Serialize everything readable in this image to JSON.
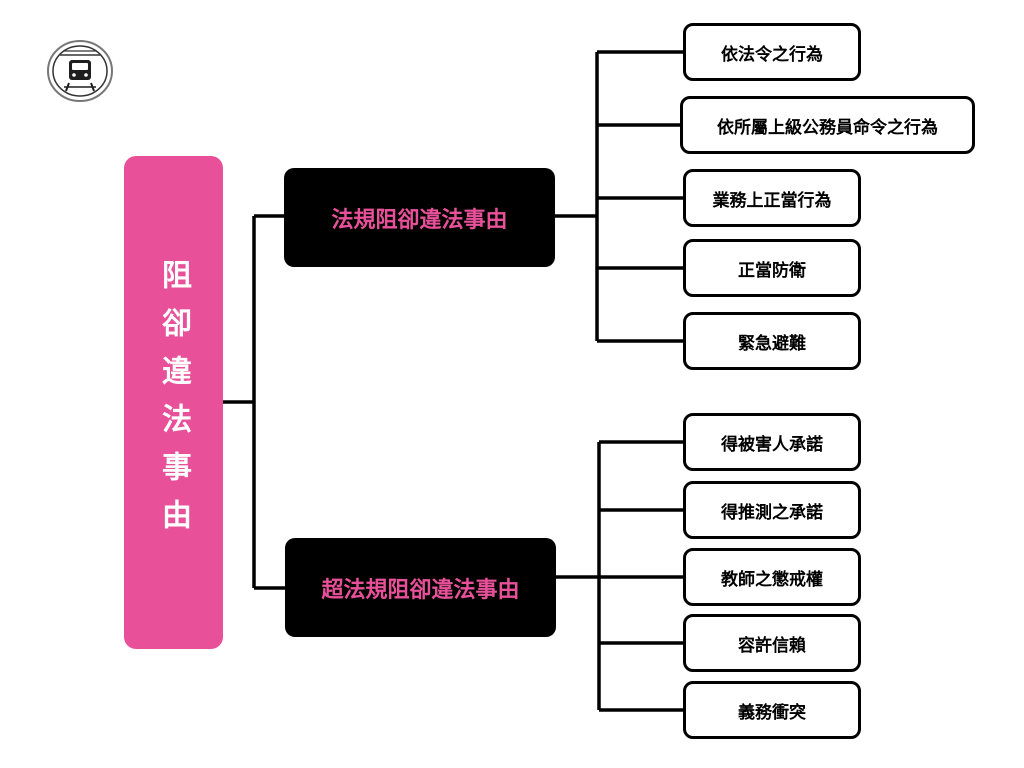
{
  "colors": {
    "accent": "#e8519a",
    "category_bg": "#000000",
    "leaf_border": "#000000",
    "background": "#ffffff"
  },
  "logo": {
    "icon": "train-icon"
  },
  "root": {
    "label": "阻卻違法事由"
  },
  "categories": [
    {
      "label": "法規阻卻違法事由",
      "items": [
        "依法令之行為",
        "依所屬上級公務員命令之行為",
        "業務上正當行為",
        "正當防衛",
        "緊急避難"
      ]
    },
    {
      "label": "超法規阻卻違法事由",
      "items": [
        "得被害人承諾",
        "得推測之承諾",
        "教師之懲戒權",
        "容許信賴",
        "義務衝突"
      ]
    }
  ]
}
